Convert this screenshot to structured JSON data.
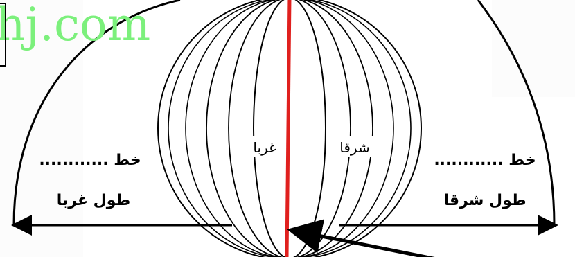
{
  "watermark": {
    "text": "hj.com",
    "color": "#7CF07C"
  },
  "globe": {
    "meridian_color": "#E0201E",
    "west_label": "غربا",
    "east_label": "شرقا"
  },
  "left_panel": {
    "line_title": "خط ............",
    "subtitle": "طول غربا"
  },
  "right_panel": {
    "line_title": "خط ............",
    "subtitle": "طول شرقا"
  }
}
